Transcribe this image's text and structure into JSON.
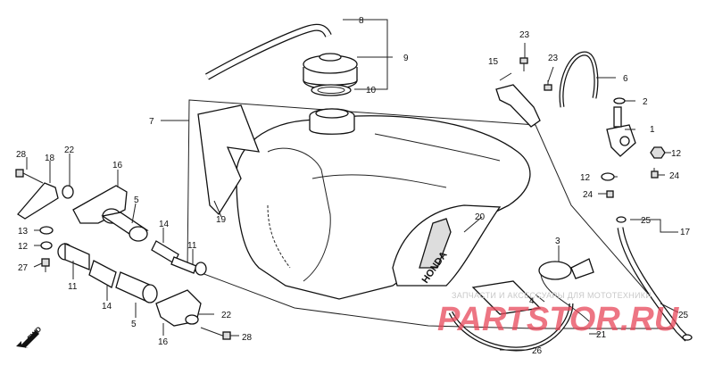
{
  "callouts": {
    "n1": "1",
    "n2": "2",
    "n3": "3",
    "n4": "4",
    "n5a": "5",
    "n5b": "5",
    "n6": "6",
    "n7": "7",
    "n8": "8",
    "n9": "9",
    "n10": "10",
    "n11a": "11",
    "n11b": "11",
    "n12a": "12",
    "n12b": "12",
    "n12c": "12",
    "n13": "13",
    "n14a": "14",
    "n14b": "14",
    "n15": "15",
    "n16a": "16",
    "n16b": "16",
    "n17": "17",
    "n18": "18",
    "n19": "19",
    "n20": "20",
    "n21": "21",
    "n22a": "22",
    "n22b": "22",
    "n23a": "23",
    "n23b": "23",
    "n24a": "24",
    "n24b": "24",
    "n25a": "25",
    "n25b": "25",
    "n26": "26",
    "n27": "27",
    "n28a": "28",
    "n28b": "28"
  },
  "labels": {
    "fwd": "FWD",
    "tank_logo": "HONDA"
  },
  "watermark": {
    "brand": "PARTSTOR.RU",
    "subtitle": "ЗАПЧАСТИ И АКСЕССУАРЫ ДЛЯ МОТОТЕХНИКИ"
  },
  "colors": {
    "line": "#111111",
    "watermark_red": "#e8485a",
    "watermark_gray": "#c8c8c8"
  }
}
